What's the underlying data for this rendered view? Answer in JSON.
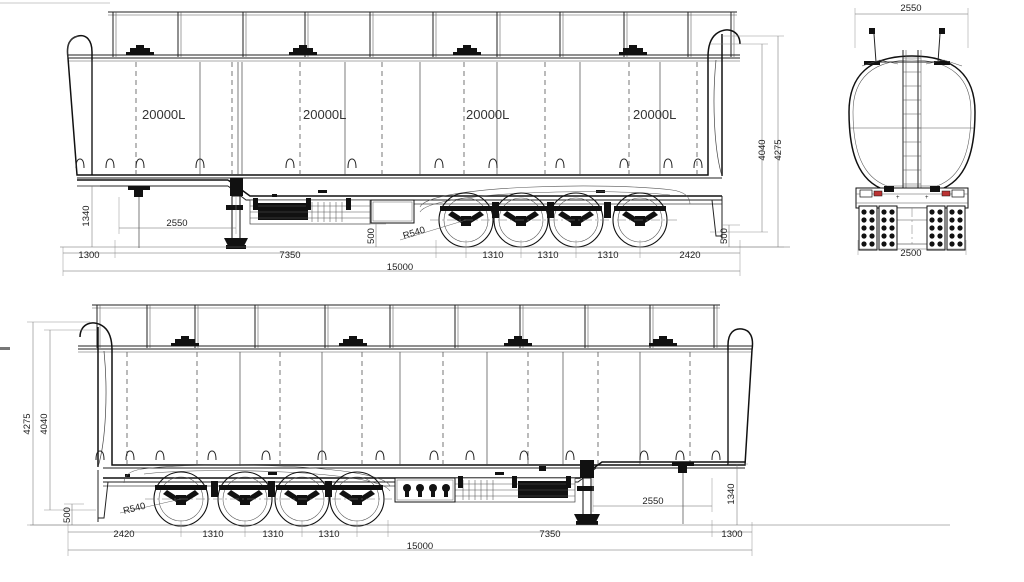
{
  "drawing": {
    "type": "engineering-drawing",
    "subject": "fuel tanker semi-trailer",
    "units": "mm",
    "views": [
      {
        "id": "side-left",
        "name": "left side elevation"
      },
      {
        "id": "side-right",
        "name": "right side elevation"
      },
      {
        "id": "rear",
        "name": "rear cross-section view"
      }
    ]
  },
  "compartments": {
    "count": 4,
    "labels": [
      "20000L",
      "20000L",
      "20000L",
      "20000L"
    ]
  },
  "view_top": {
    "horizontal_dims": [
      "1300",
      "7350",
      "1310",
      "1310",
      "1310",
      "2420"
    ],
    "overall_length": "15000",
    "offset_dim": "2550",
    "kingpin_height": "1340",
    "ground_clearance_front": "500",
    "ground_clearance_rear": "500",
    "radius_note": "R540",
    "height_tank": "4040",
    "height_overall": "4275"
  },
  "view_bottom": {
    "horizontal_dims": [
      "2420",
      "1310",
      "1310",
      "1310",
      "7350",
      "1300"
    ],
    "overall_length": "15000",
    "offset_dim": "2550",
    "kingpin_height": "1340",
    "ground_clearance": "500",
    "radius_note": "R540",
    "height_tank": "4040",
    "height_overall": "4275"
  },
  "view_rear": {
    "width_top": "2550",
    "width_bottom": "2500"
  }
}
